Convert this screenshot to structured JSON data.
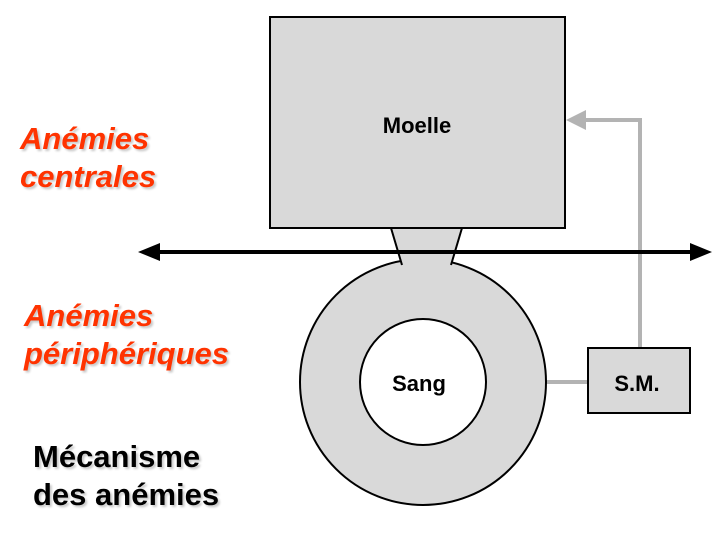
{
  "labels": {
    "central": [
      "Anémies",
      "centrales"
    ],
    "peripheral": [
      "Anémies",
      "périphériques"
    ],
    "caption": [
      "Mécanisme",
      "des anémies"
    ]
  },
  "nodes": {
    "marrow": "Moelle",
    "blood": "Sang",
    "sm": "S.M."
  },
  "colors": {
    "accent": "#ff3300",
    "box_fill": "#d9d9d9",
    "connector": "#b3b3b3",
    "axis": "#000000"
  }
}
